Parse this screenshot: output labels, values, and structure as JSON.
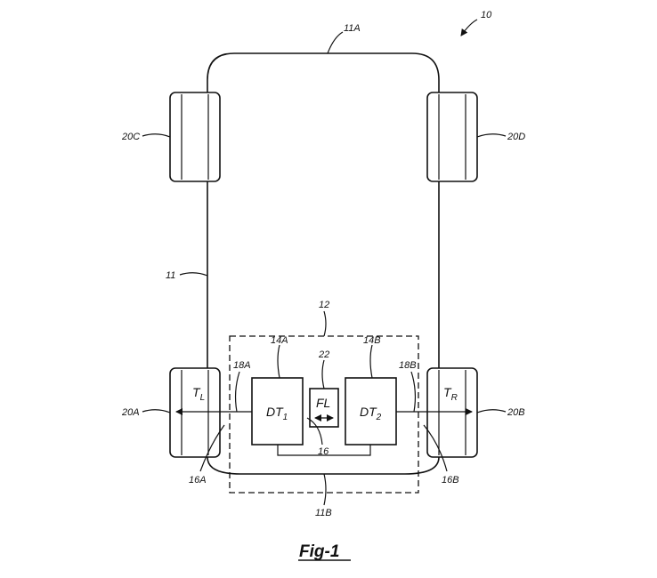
{
  "figure": {
    "title": "Fig-1"
  },
  "refs": {
    "r10": "10",
    "r11": "11",
    "r11a": "11A",
    "r11b": "11B",
    "r12": "12",
    "r14a": "14A",
    "r14b": "14B",
    "r16": "16",
    "r16a": "16A",
    "r16b": "16B",
    "r18a": "18A",
    "r18b": "18B",
    "r20a": "20A",
    "r20b": "20B",
    "r20c": "20C",
    "r20d": "20D",
    "r22": "22"
  },
  "blocks": {
    "dt1": {
      "main": "DT",
      "sub": "1"
    },
    "dt2": {
      "main": "DT",
      "sub": "2"
    },
    "fl": {
      "main": "FL"
    }
  },
  "torques": {
    "left": {
      "main": "T",
      "sub": "L"
    },
    "right": {
      "main": "T",
      "sub": "R"
    }
  }
}
